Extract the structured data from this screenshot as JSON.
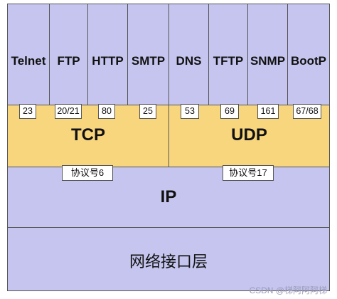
{
  "app_protocols": [
    {
      "name": "Telnet",
      "port": "23"
    },
    {
      "name": "FTP",
      "port": "20/21"
    },
    {
      "name": "HTTP",
      "port": "80"
    },
    {
      "name": "SMTP",
      "port": "25"
    },
    {
      "name": "DNS",
      "port": "53"
    },
    {
      "name": "TFTP",
      "port": "69"
    },
    {
      "name": "SNMP",
      "port": "161"
    },
    {
      "name": "BootP",
      "port": "67/68"
    }
  ],
  "transport": {
    "tcp_label": "TCP",
    "udp_label": "UDP",
    "tcp_protocol_number": "协议号6",
    "udp_protocol_number": "协议号17"
  },
  "network": {
    "label": "IP"
  },
  "link": {
    "label": "网络接口层"
  },
  "watermark": "CSDN @梯阿阿阿梯",
  "colors": {
    "app_fill": "#c5c5ef",
    "transport_fill": "#f8d67d",
    "border": "#555555"
  }
}
